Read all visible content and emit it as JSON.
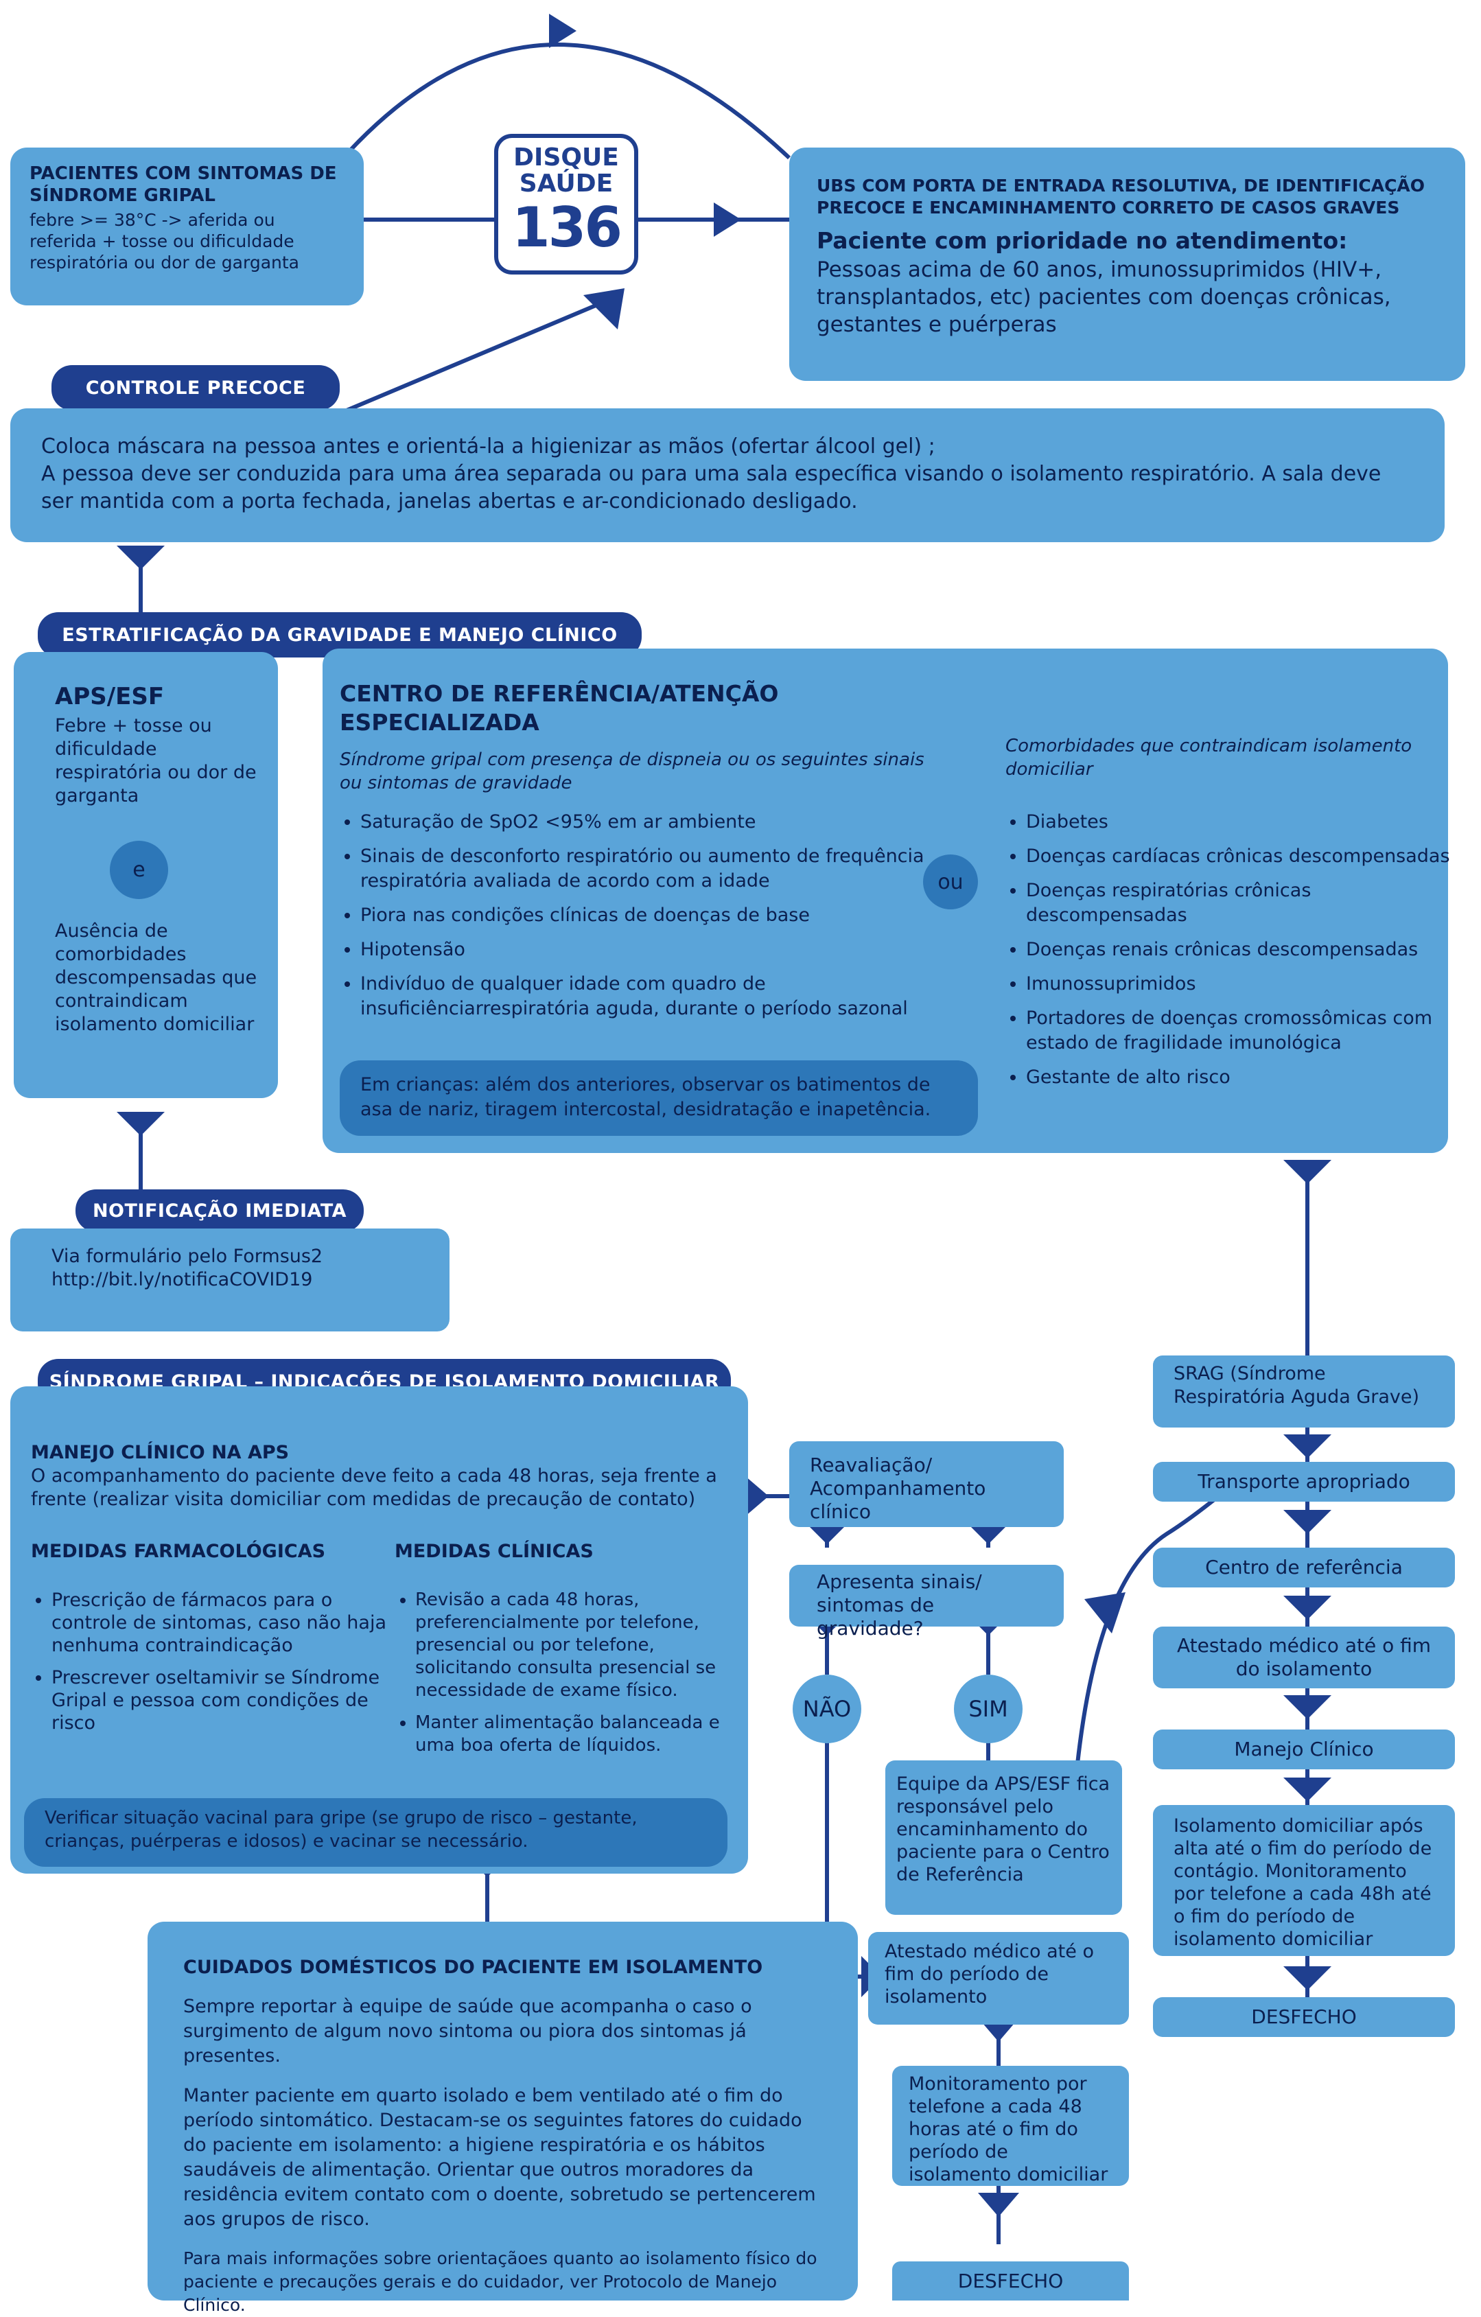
{
  "patients_box": {
    "title": "PACIENTES COM SINTOMAS DE SÍNDROME GRIPAL",
    "text": "febre >= 38°C -> aferida ou referida + tosse ou dificuldade respiratória ou dor de garganta"
  },
  "disque_logo": {
    "line1": "DISQUE",
    "line2": "SAÚDE",
    "number": "136"
  },
  "ubs_box": {
    "title": "UBS COM PORTA DE ENTRADA RESOLUTIVA, DE IDENTIFICAÇÃO PRECOCE E ENCAMINHAMENTO CORRETO DE CASOS GRAVES",
    "subtitle": "Paciente com prioridade no atendimento:",
    "text": "Pessoas acima de 60 anos, imunossuprimidos (HIV+, transplantados, etc) pacientes com doenças crônicas, gestantes e puérperas"
  },
  "controle": {
    "label": "CONTROLE PRECOCE",
    "line1": "Coloca máscara na pessoa antes e orientá-la a higienizar as mãos (ofertar álcool gel) ;",
    "line2": "A pessoa deve ser conduzida para uma área separada ou para uma sala específica visando o isolamento respiratório. A sala deve ser mantida com a porta fechada, janelas abertas e ar-condicionado desligado."
  },
  "estratificacao": {
    "label": "ESTRATIFICAÇÃO DA GRAVIDADE E MANEJO CLÍNICO",
    "aps": {
      "title": "APS/ESF",
      "text1": "Febre + tosse ou dificuldade respiratória ou dor de garganta",
      "connector": "e",
      "text2": "Ausência de comorbidades descompensadas que contraindicam isolamento domiciliar"
    },
    "centro": {
      "title": "CENTRO DE REFERÊNCIA/ATENÇÃO ESPECIALIZADA",
      "intro": "Síndrome gripal com presença de dispneia ou os seguintes sinais ou sintomas de gravidade",
      "items": [
        "Saturação de SpO2 <95% em ar ambiente",
        "Sinais de desconforto respiratório ou aumento de frequência respiratória avaliada de acordo com a idade",
        "Piora nas condições clínicas de doenças de base",
        "Hipotensão",
        "Indivíduo de qualquer idade com quadro de insuficiênciarrespiratória aguda, durante o período  sazonal"
      ],
      "criancas": "Em crianças: além dos anteriores, observar os batimentos de asa de nariz, tiragem intercostal, desidratação e inapetência.",
      "connector": "ou",
      "comorb_intro": "Comorbidades que contraindicam isolamento domiciliar",
      "comorb_items": [
        "Diabetes",
        "Doenças cardíacas crônicas descompensadas",
        "Doenças respiratórias crônicas descompensadas",
        "Doenças renais crônicas descompensadas",
        "Imunossuprimidos",
        "Portadores de doenças cromossômicas com estado de fragilidade imunológica",
        "Gestante de alto risco"
      ]
    }
  },
  "notificacao": {
    "label": "NOTIFICAÇÃO IMEDIATA",
    "text": "Via formulário pelo Formsus2 http://bit.ly/notificaCOVID19"
  },
  "sindrome": {
    "label": "SÍNDROME GRIPAL – INDICAÇÕES DE ISOLAMENTO DOMICILIAR",
    "manejo_title": "MANEJO CLÍNICO NA APS",
    "manejo_text": "O acompanhamento do paciente deve feito a cada 48 horas, seja frente a frente (realizar visita domiciliar com medidas de precaução de contato)",
    "farm_title": "MEDIDAS FARMACOLÓGICAS",
    "farm_items": [
      "Prescrição de fármacos para o controle de sintomas, caso não haja nenhuma contraindicação",
      "Prescrever oseltamivir se Síndrome Gripal e pessoa com condições de risco"
    ],
    "clin_title": "MEDIDAS CLÍNICAS",
    "clin_items": [
      "Revisão a cada 48 horas, preferencialmente por telefone, presencial ou por telefone, solicitando consulta presencial se necessidade de exame físico.",
      "Manter alimentação balanceada e uma boa oferta de líquidos."
    ],
    "vacina": "Verificar situação vacinal para gripe (se grupo de risco – gestante, crianças, puérperas e idosos) e vacinar  se necessário."
  },
  "reavaliacao": "Reavaliação/ Acompanhamento clínico",
  "apresenta": "Apresenta sinais/ sintomas de gravidade?",
  "nao": "NÃO",
  "sim": "SIM",
  "equipe": "Equipe da APS/ESF fica responsável pelo encaminhamento do paciente para o Centro de Referência",
  "cuidados": {
    "title": "CUIDADOS DOMÉSTICOS DO PACIENTE EM ISOLAMENTO",
    "p1": "Sempre reportar à equipe de saúde que acompanha o caso o surgimento de algum novo sintoma ou piora dos sintomas já presentes.",
    "p2": "Manter paciente em quarto isolado e bem ventilado até o fim do período sintomático. Destacam-se os seguintes fatores do cuidado do paciente em isolamento: a higiene respiratória e os hábitos saudáveis de alimentação. Orientar que outros moradores da residência evitem contato com o doente, sobretudo se pertencerem aos grupos de risco.",
    "p3": "Para mais informações sobre orientaçãoes quanto ao isolamento físico do paciente e precauções gerais e do cuidador, ver Protocolo de Manejo Clínico."
  },
  "atestado_left": "Atestado médico até o fim do período de isolamento",
  "monitoramento": "Monitoramento por telefone a cada 48 horas até o fim do período de isolamento domiciliar",
  "desfecho_left": "DESFECHO",
  "right_flow": {
    "srag": "SRAG (Síndrome Respiratória Aguda Grave)",
    "transporte": "Transporte apropriado",
    "centro": "Centro de referência",
    "atestado": "Atestado médico até o fim do isolamento",
    "manejo": "Manejo Clínico",
    "isolamento": "Isolamento domiciliar após alta até o fim do período de contágio. Monitoramento por telefone a cada 48h até o fim do período de isolamento domiciliar",
    "desfecho": "DESFECHO"
  },
  "colors": {
    "box": "#5aa4d9",
    "label": "#1f3f8f",
    "line": "#1f3f8f",
    "pill": "#2d77b8"
  }
}
